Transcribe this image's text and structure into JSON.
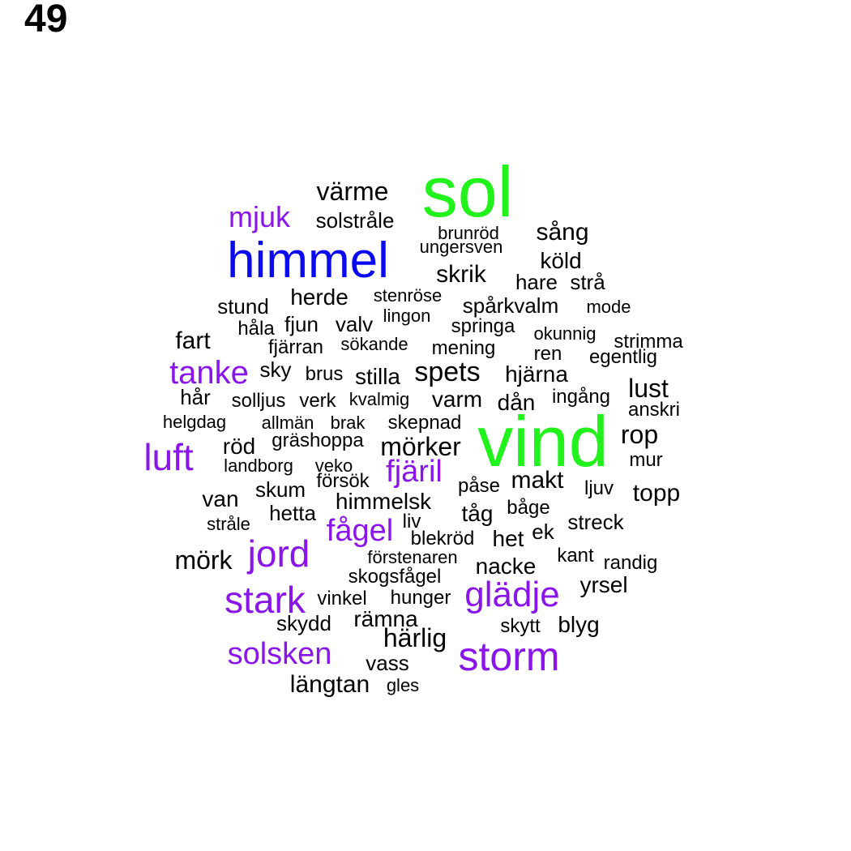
{
  "page_number": "49",
  "colors": {
    "black": "#000000",
    "purple": "#8a15e8",
    "green": "#22f21c",
    "blue": "#0a0af0"
  },
  "words": [
    {
      "text": "sol",
      "color": "green"
    },
    {
      "text": "vind",
      "color": "green"
    },
    {
      "text": "himmel",
      "color": "blue"
    },
    {
      "text": "mjuk",
      "color": "purple"
    },
    {
      "text": "tanke",
      "color": "purple"
    },
    {
      "text": "luft",
      "color": "purple"
    },
    {
      "text": "fjäril",
      "color": "purple"
    },
    {
      "text": "fågel",
      "color": "purple"
    },
    {
      "text": "jord",
      "color": "purple"
    },
    {
      "text": "stark",
      "color": "purple"
    },
    {
      "text": "glädje",
      "color": "purple"
    },
    {
      "text": "solsken",
      "color": "purple"
    },
    {
      "text": "storm",
      "color": "purple"
    },
    {
      "text": "värme",
      "color": "black"
    },
    {
      "text": "solstråle",
      "color": "black"
    },
    {
      "text": "brunröd",
      "color": "black"
    },
    {
      "text": "sång",
      "color": "black"
    },
    {
      "text": "ungersven",
      "color": "black"
    },
    {
      "text": "köld",
      "color": "black"
    },
    {
      "text": "skrik",
      "color": "black"
    },
    {
      "text": "hare",
      "color": "black"
    },
    {
      "text": "strå",
      "color": "black"
    },
    {
      "text": "herde",
      "color": "black"
    },
    {
      "text": "stenröse",
      "color": "black"
    },
    {
      "text": "stund",
      "color": "black"
    },
    {
      "text": "spårkvalm",
      "color": "black"
    },
    {
      "text": "mode",
      "color": "black"
    },
    {
      "text": "lingon",
      "color": "black"
    },
    {
      "text": "håla",
      "color": "black"
    },
    {
      "text": "fjun",
      "color": "black"
    },
    {
      "text": "valv",
      "color": "black"
    },
    {
      "text": "springa",
      "color": "black"
    },
    {
      "text": "okunnig",
      "color": "black"
    },
    {
      "text": "fart",
      "color": "black"
    },
    {
      "text": "strimma",
      "color": "black"
    },
    {
      "text": "fjärran",
      "color": "black"
    },
    {
      "text": "sökande",
      "color": "black"
    },
    {
      "text": "mening",
      "color": "black"
    },
    {
      "text": "ren",
      "color": "black"
    },
    {
      "text": "egentlig",
      "color": "black"
    },
    {
      "text": "sky",
      "color": "black"
    },
    {
      "text": "brus",
      "color": "black"
    },
    {
      "text": "stilla",
      "color": "black"
    },
    {
      "text": "spets",
      "color": "black"
    },
    {
      "text": "hjärna",
      "color": "black"
    },
    {
      "text": "lust",
      "color": "black"
    },
    {
      "text": "hår",
      "color": "black"
    },
    {
      "text": "solljus",
      "color": "black"
    },
    {
      "text": "verk",
      "color": "black"
    },
    {
      "text": "kvalmig",
      "color": "black"
    },
    {
      "text": "varm",
      "color": "black"
    },
    {
      "text": "dån",
      "color": "black"
    },
    {
      "text": "ingång",
      "color": "black"
    },
    {
      "text": "anskri",
      "color": "black"
    },
    {
      "text": "helgdag",
      "color": "black"
    },
    {
      "text": "allmän",
      "color": "black"
    },
    {
      "text": "brak",
      "color": "black"
    },
    {
      "text": "skepnad",
      "color": "black"
    },
    {
      "text": "rop",
      "color": "black"
    },
    {
      "text": "röd",
      "color": "black"
    },
    {
      "text": "gräshoppa",
      "color": "black"
    },
    {
      "text": "mörker",
      "color": "black"
    },
    {
      "text": "mur",
      "color": "black"
    },
    {
      "text": "landborg",
      "color": "black"
    },
    {
      "text": "veko",
      "color": "black"
    },
    {
      "text": "försök",
      "color": "black"
    },
    {
      "text": "makt",
      "color": "black"
    },
    {
      "text": "påse",
      "color": "black"
    },
    {
      "text": "ljuv",
      "color": "black"
    },
    {
      "text": "topp",
      "color": "black"
    },
    {
      "text": "skum",
      "color": "black"
    },
    {
      "text": "van",
      "color": "black"
    },
    {
      "text": "himmelsk",
      "color": "black"
    },
    {
      "text": "båge",
      "color": "black"
    },
    {
      "text": "hetta",
      "color": "black"
    },
    {
      "text": "tåg",
      "color": "black"
    },
    {
      "text": "stråle",
      "color": "black"
    },
    {
      "text": "liv",
      "color": "black"
    },
    {
      "text": "streck",
      "color": "black"
    },
    {
      "text": "ek",
      "color": "black"
    },
    {
      "text": "het",
      "color": "black"
    },
    {
      "text": "blekröd",
      "color": "black"
    },
    {
      "text": "kant",
      "color": "black"
    },
    {
      "text": "mörk",
      "color": "black"
    },
    {
      "text": "förstenaren",
      "color": "black"
    },
    {
      "text": "randig",
      "color": "black"
    },
    {
      "text": "nacke",
      "color": "black"
    },
    {
      "text": "skogsfågel",
      "color": "black"
    },
    {
      "text": "yrsel",
      "color": "black"
    },
    {
      "text": "vinkel",
      "color": "black"
    },
    {
      "text": "hunger",
      "color": "black"
    },
    {
      "text": "rämna",
      "color": "black"
    },
    {
      "text": "skydd",
      "color": "black"
    },
    {
      "text": "skytt",
      "color": "black"
    },
    {
      "text": "blyg",
      "color": "black"
    },
    {
      "text": "härlig",
      "color": "black"
    },
    {
      "text": "vass",
      "color": "black"
    },
    {
      "text": "längtan",
      "color": "black"
    },
    {
      "text": "gles",
      "color": "black"
    }
  ]
}
